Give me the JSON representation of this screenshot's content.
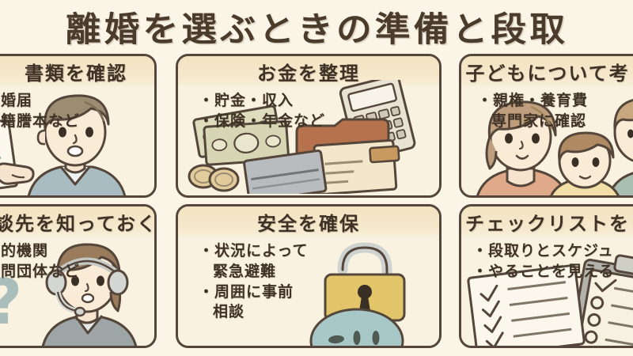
{
  "page": {
    "title": "離婚を選ぶときの準備と段取",
    "background_color": "#FBF5E8",
    "text_color": "#4A3B2A",
    "header_band_color": "#F3E3C1",
    "card_background_color": "#FAF2E0",
    "card_border_color": "#54463A"
  },
  "cards": [
    {
      "id": "documents",
      "header": "書類を確認",
      "bullets": [
        "婚届",
        "籍謄本など"
      ],
      "illustration": "man-pointing-at-document",
      "accent_color": "#9FB3B8"
    },
    {
      "id": "money",
      "header": "お金を整理",
      "bullets": [
        "・貯金・収入",
        "・保険・年金など"
      ],
      "illustration": "banknotes-coins-calculator-wallet",
      "accent_color": "#C4C6A8"
    },
    {
      "id": "children",
      "header": "子どもについて考",
      "bullets": [
        "・親権・養育費",
        "専門家に確認"
      ],
      "illustration": "mother-child-family",
      "accent_color": "#D9A88C"
    },
    {
      "id": "consultation",
      "header": "談先を知っておく",
      "bullets": [
        "的機関",
        "問団体など"
      ],
      "illustration": "headset-operator-with-question-marks",
      "accent_color": "#9BB2AE"
    },
    {
      "id": "safety",
      "header": "安全を確保",
      "bullets": [
        "・状況によって",
        "緊急避難",
        "・周囲に事前",
        "相談"
      ],
      "illustration": "padlock-and-shield",
      "accent_color": "#E2C46A"
    },
    {
      "id": "checklist",
      "header": "チェックリストを",
      "bullets": [
        "・段取りとスケジュ",
        "・やることを見える"
      ],
      "illustration": "checklist-paper-and-clipboard",
      "accent_color": "#B3B3AB"
    }
  ]
}
